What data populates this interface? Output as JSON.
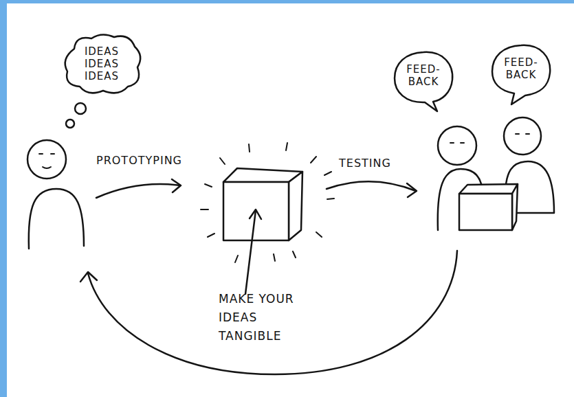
{
  "diagram": {
    "nodes": [
      {
        "text": [
          "IDEAS IDEAS IDEAS"
        ]
      },
      {
        "text": [
          "FEED- BACK"
        ]
      },
      {
        "text": [
          "FEED- BACK"
        ]
      }
    ],
    "labels": [
      "PROTOTYPING",
      "TESTING",
      "MAKE YOUR IDEAS TANGIBLE"
    ]
  }
}
